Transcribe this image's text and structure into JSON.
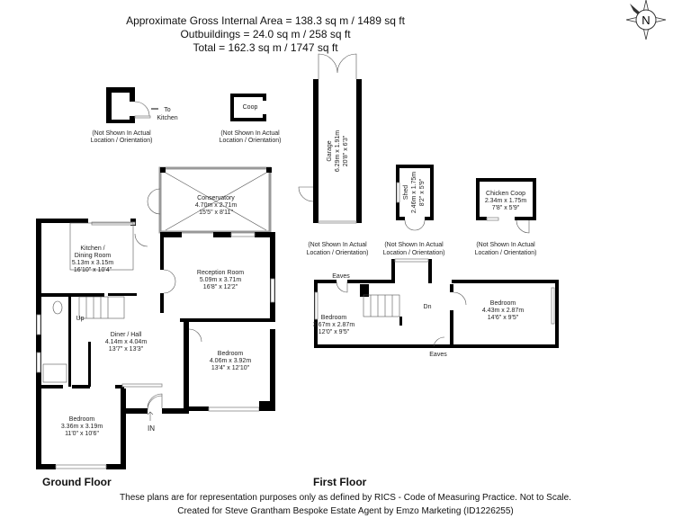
{
  "header": {
    "line1": "Approximate Gross Internal Area = 138.3 sq m / 1489 sq ft",
    "line2": "Outbuildings = 24.0 sq m / 258 sq ft",
    "line3": "Total = 162.3 sq m / 1747 sq ft"
  },
  "compass": {
    "label": "N",
    "icon": "compass-north-icon"
  },
  "note": {
    "line1": "(Not Shown In Actual",
    "line2": "Location / Orientation)"
  },
  "outbuildings": {
    "store": {
      "to_label1": "To",
      "to_label2": "Kitchen"
    },
    "coop": {
      "name": "Coop"
    },
    "garage": {
      "name": "Garage",
      "metric": "6.29m x 1.91m",
      "imperial": "20'8\" x 6'3\""
    },
    "shed": {
      "name": "Shed",
      "metric": "2.46m x 1.75m",
      "imperial": "8'2\" x 5'9\""
    },
    "chicken_coop": {
      "name": "Chicken Coop",
      "metric": "2.34m x 1.75m",
      "imperial": "7'8\" x 5'9\""
    }
  },
  "ground_floor": {
    "label": "Ground Floor",
    "rooms": [
      {
        "name": "Conservatory",
        "metric": "4.70m x 2.71m",
        "imperial": "15'5\" x 8'11\""
      },
      {
        "name": "Kitchen /",
        "name2": "Dining Room",
        "metric": "5.13m x 3.15m",
        "imperial": "16'10\" x 10'4\""
      },
      {
        "name": "Reception Room",
        "metric": "5.09m x 3.71m",
        "imperial": "16'8\" x 12'2\""
      },
      {
        "name": "Diner / Hall",
        "metric": "4.14m x 4.04m",
        "imperial": "13'7\" x 13'3\""
      },
      {
        "name": "Bedroom",
        "metric": "4.06m x 3.92m",
        "imperial": "13'4\" x 12'10\""
      },
      {
        "name": "Bedroom",
        "metric": "3.36m x 3.19m",
        "imperial": "11'0\" x 10'6\""
      }
    ],
    "up": "Up",
    "entrance": "IN"
  },
  "first_floor": {
    "label": "First Floor",
    "rooms": [
      {
        "name": "Bedroom",
        "metric": "3.67m x 2.87m",
        "imperial": "12'0\" x 9'5\""
      },
      {
        "name": "Bedroom",
        "metric": "4.43m x 2.87m",
        "imperial": "14'6\" x 9'5\""
      }
    ],
    "eaves": "Eaves",
    "down": "Dn"
  },
  "footer": {
    "line1": "These plans are for representation purposes only as defined by RICS - Code of Measuring Practice. Not to Scale.",
    "line2": "Created for Steve Grantham Bespoke Estate Agent by Emzo Marketing (ID1226255)"
  }
}
